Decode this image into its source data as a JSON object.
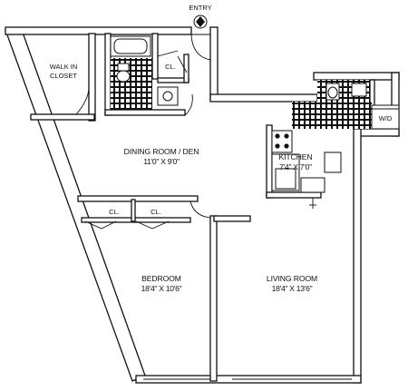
{
  "labels": {
    "entry": "ENTRY",
    "walk_in_closet_1": "WALK IN",
    "walk_in_closet_2": "CLOSET",
    "closet_bath": "CL.",
    "closet_bed_1": "CL.",
    "closet_bed_2": "CL.",
    "dining_name": "DINING ROOM / DEN",
    "dining_dim": "11'0\" X 9'0\"",
    "kitchen_name": "KITCHEN",
    "kitchen_dim": "7'4\" X 7'0\"",
    "bedroom_name": "BEDROOM",
    "bedroom_dim": "18'4\" X 10'6\"",
    "living_name": "LIVING ROOM",
    "living_dim": "18'4\" X 13'6\"",
    "washer_dryer": "W/D"
  },
  "colors": {
    "ink": "#111111",
    "paper": "#ffffff"
  },
  "icons": {
    "entry_marker": "entry-compass-icon"
  }
}
